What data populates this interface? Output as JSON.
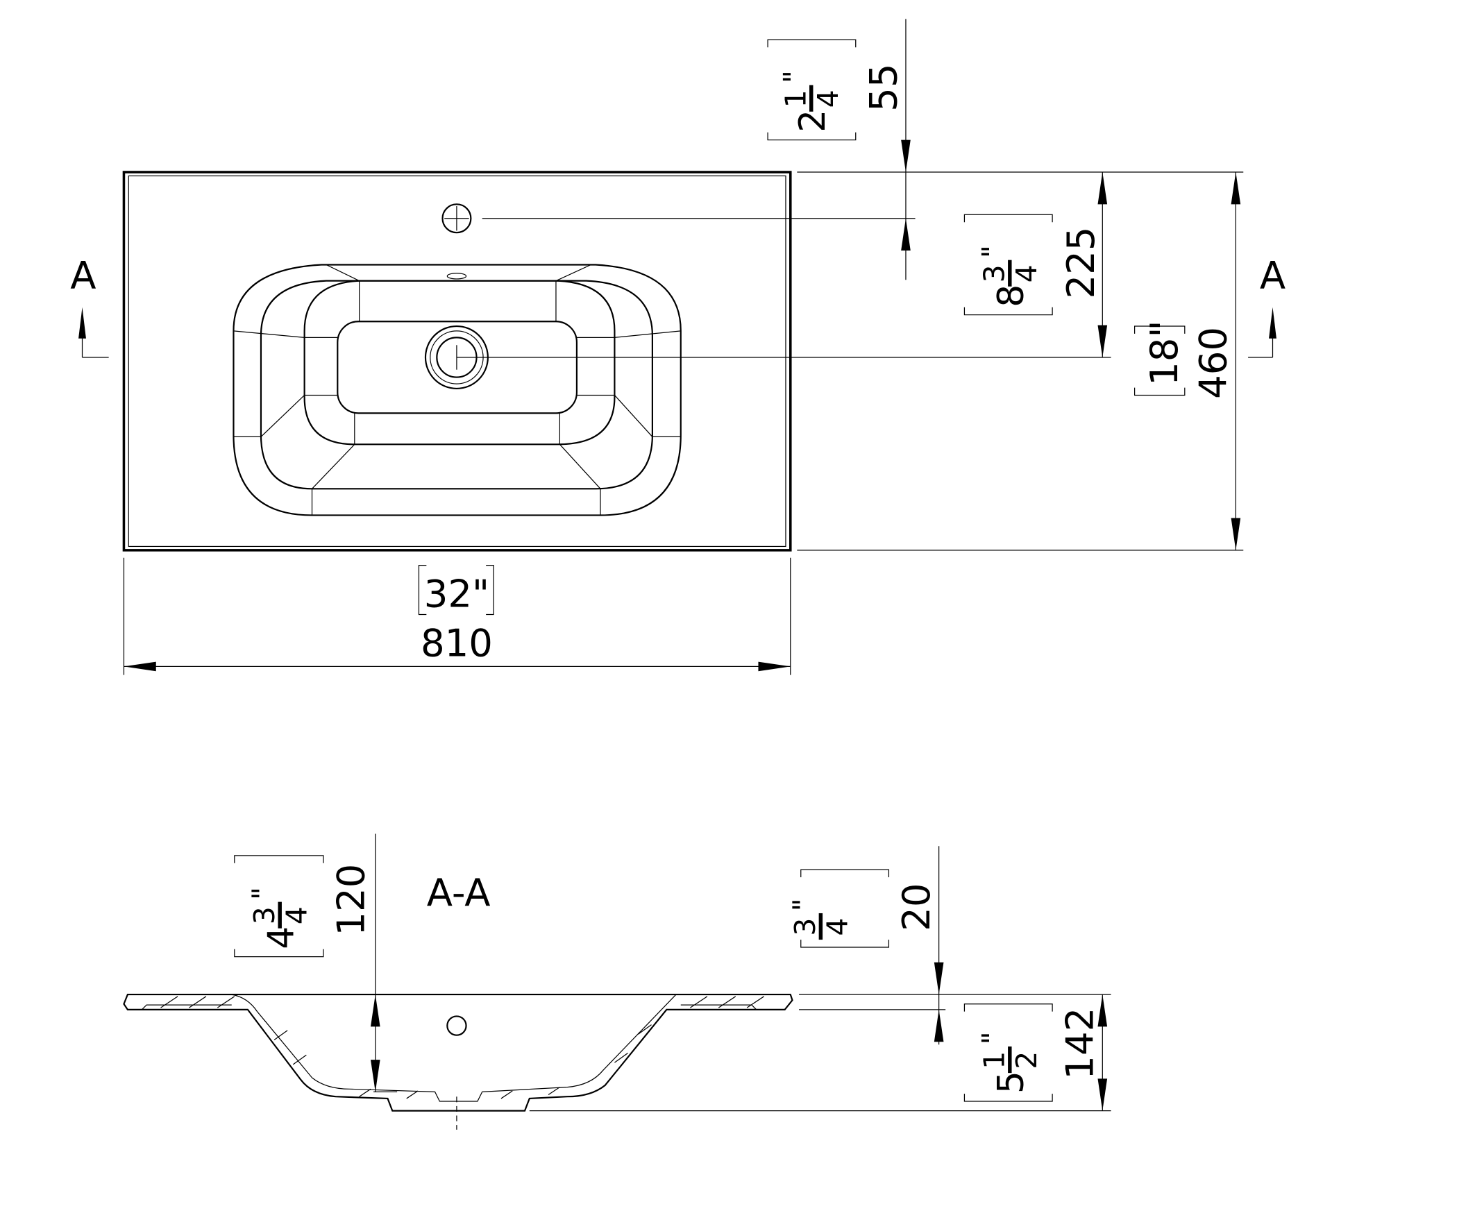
{
  "plan_view": {
    "section_marker_left": "A",
    "section_marker_right": "A",
    "width_mm": "810",
    "width_in": "32\"",
    "depth_mm": "460",
    "depth_in": "18\"",
    "tap_offset_mm": "55",
    "tap_offset_in": {
      "whole": "2",
      "num": "1",
      "den": "4",
      "unit": "\""
    },
    "drain_offset_mm": "225",
    "drain_offset_in": {
      "whole": "8",
      "num": "3",
      "den": "4",
      "unit": "\""
    }
  },
  "section_view": {
    "title": "A-A",
    "height_mm": "120",
    "height_in": {
      "whole": "4",
      "num": "3",
      "den": "4",
      "unit": "\""
    },
    "rim_mm": "20",
    "rim_in": {
      "whole": "",
      "num": "3",
      "den": "4",
      "unit": "\""
    },
    "total_mm": "142",
    "total_in": {
      "whole": "5",
      "num": "1",
      "den": "2",
      "unit": "\""
    }
  }
}
